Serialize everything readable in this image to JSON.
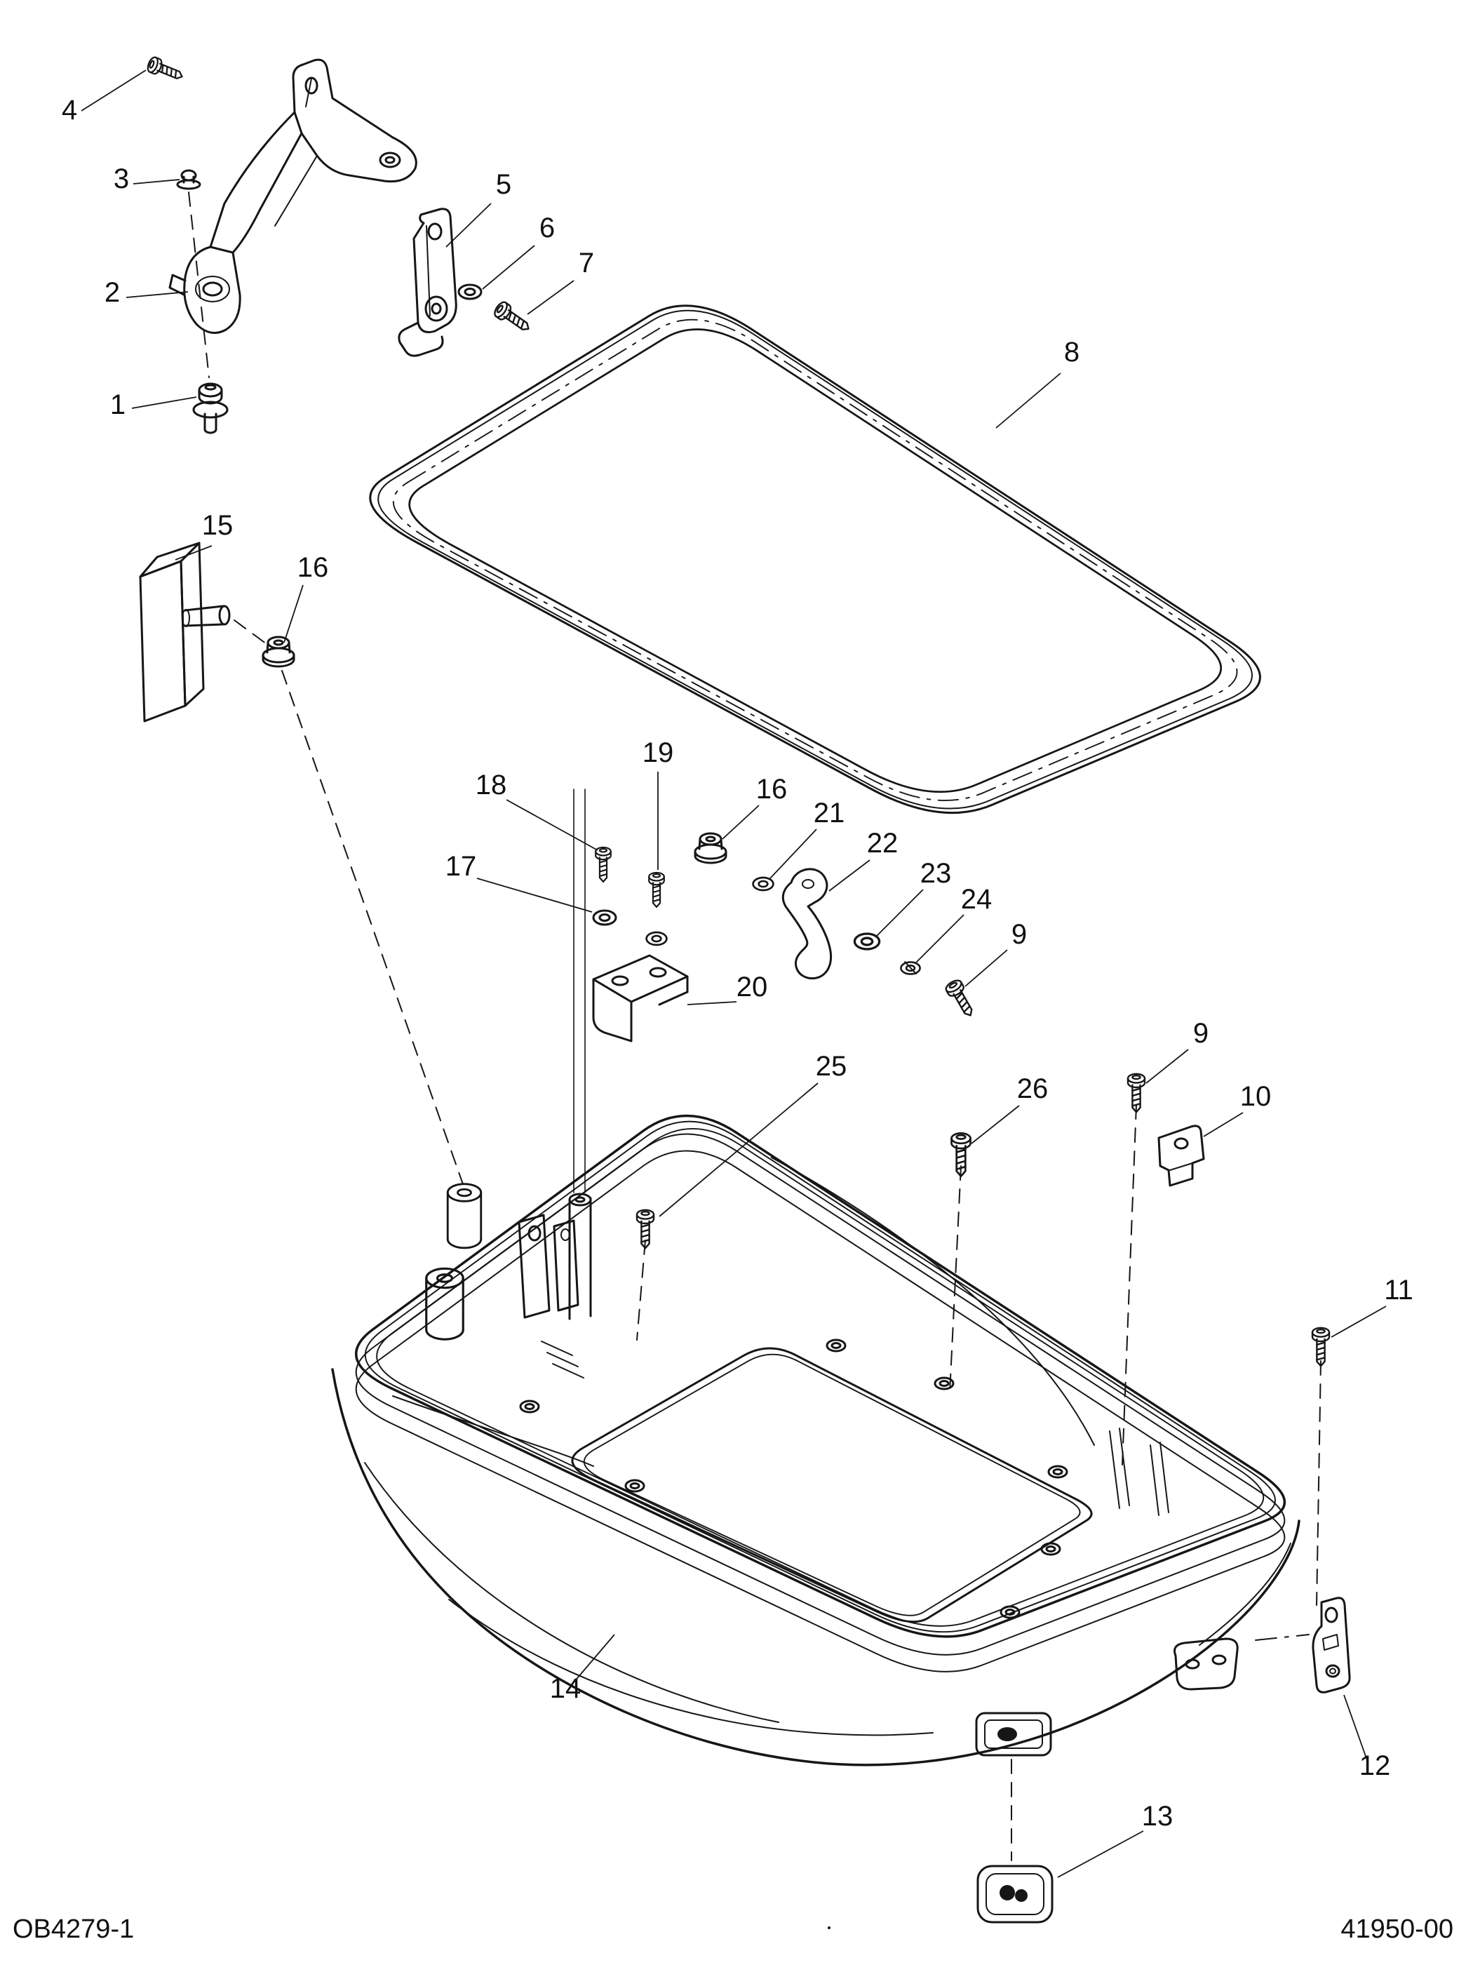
{
  "diagram": {
    "footer": {
      "left": "OB4279-1",
      "right": "41950-00"
    },
    "colors": {
      "line": "#161616",
      "background": "#ffffff"
    },
    "callouts": {
      "c1": "1",
      "c2": "2",
      "c3": "3",
      "c4": "4",
      "c5": "5",
      "c6": "6",
      "c7": "7",
      "c8": "8",
      "c9a": "9",
      "c9b": "9",
      "c10": "10",
      "c11": "11",
      "c12": "12",
      "c13": "13",
      "c14": "14",
      "c15": "15",
      "c16a": "16",
      "c16b": "16",
      "c17": "17",
      "c18": "18",
      "c19": "19",
      "c20": "20",
      "c21": "21",
      "c22": "22",
      "c23": "23",
      "c24": "24",
      "c25": "25",
      "c26": "26"
    }
  }
}
